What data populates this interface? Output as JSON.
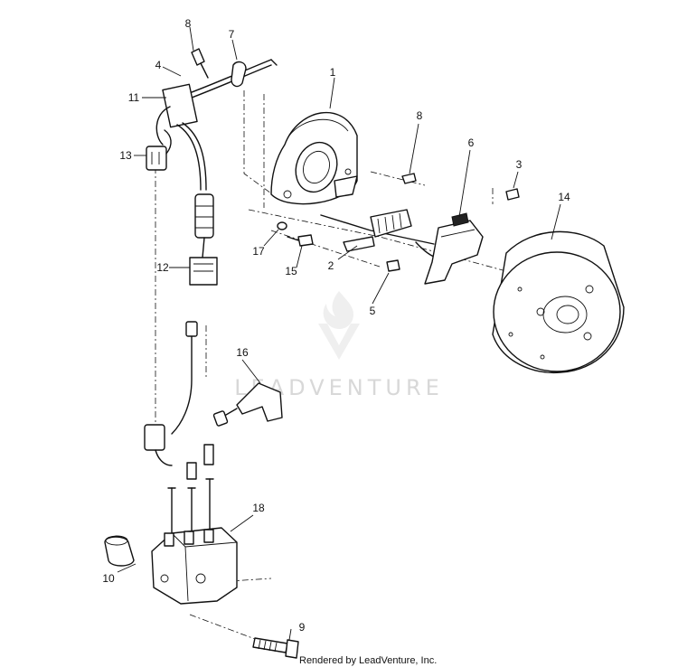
{
  "callouts": [
    {
      "id": "c1",
      "text": "1"
    },
    {
      "id": "c2",
      "text": "2"
    },
    {
      "id": "c3",
      "text": "3"
    },
    {
      "id": "c4",
      "text": "4"
    },
    {
      "id": "c5",
      "text": "5"
    },
    {
      "id": "c6",
      "text": "6"
    },
    {
      "id": "c7",
      "text": "7"
    },
    {
      "id": "c8a",
      "text": "8"
    },
    {
      "id": "c8b",
      "text": "8"
    },
    {
      "id": "c9",
      "text": "9"
    },
    {
      "id": "c10",
      "text": "10"
    },
    {
      "id": "c11",
      "text": "11"
    },
    {
      "id": "c12",
      "text": "12"
    },
    {
      "id": "c13",
      "text": "13"
    },
    {
      "id": "c14",
      "text": "14"
    },
    {
      "id": "c15",
      "text": "15"
    },
    {
      "id": "c16",
      "text": "16"
    },
    {
      "id": "c17",
      "text": "17"
    },
    {
      "id": "c18",
      "text": "18"
    }
  ],
  "watermark": "LEADVENTURE",
  "credit": "Rendered by LeadVenture, Inc."
}
